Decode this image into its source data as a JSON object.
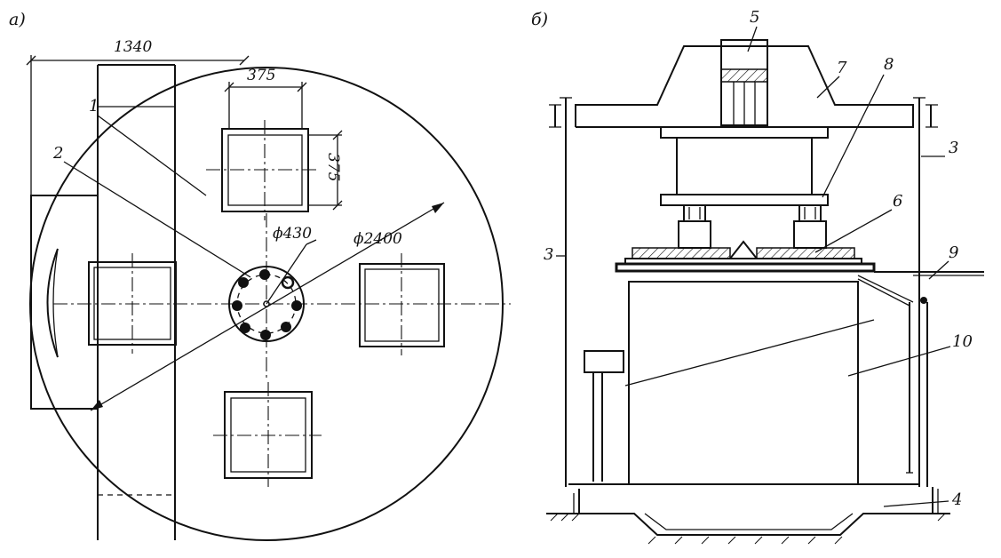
{
  "panels": {
    "a": {
      "label": "а)"
    },
    "b": {
      "label": "б)"
    }
  },
  "plan": {
    "dim_width": "1340",
    "dim_square_w": "375",
    "dim_square_h": "375",
    "dim_small_diameter": "ϕ430",
    "dim_large_diameter": "ϕ2400"
  },
  "callouts": {
    "c1": "1",
    "c2": "2",
    "c3": "3",
    "c4": "4",
    "c5": "5",
    "c6": "6",
    "c7": "7",
    "c8": "8",
    "c9": "9",
    "c10": "10"
  }
}
